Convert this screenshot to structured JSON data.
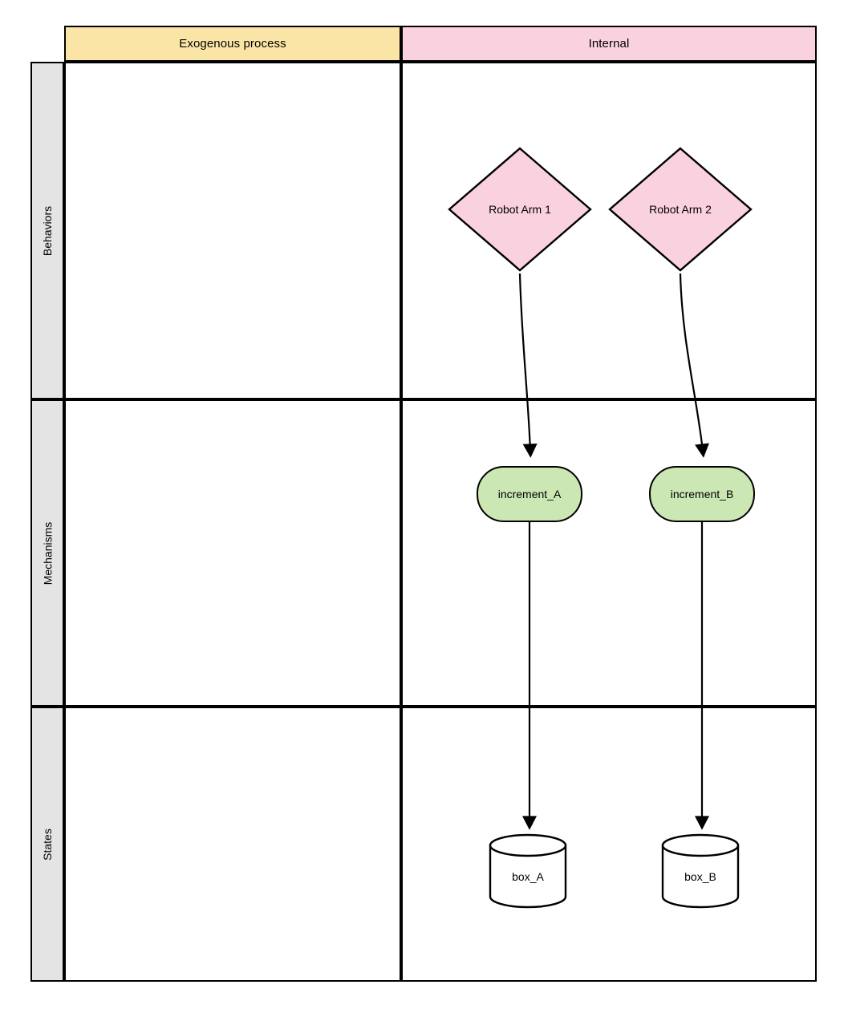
{
  "diagram": {
    "title": "Exogenous process / Internal swimlane diagram",
    "columns": [
      {
        "id": "exogenous",
        "label": "Exogenous process",
        "color": "#fbe5a6"
      },
      {
        "id": "internal",
        "label": "Internal",
        "color": "#fad1de"
      }
    ],
    "rows": [
      {
        "id": "behaviors",
        "label": "Behaviors",
        "color": "#e4e4e4"
      },
      {
        "id": "mechanisms",
        "label": "Mechanisms",
        "color": "#e4e4e4"
      },
      {
        "id": "states",
        "label": "States",
        "color": "#e4e4e4"
      }
    ],
    "nodes": [
      {
        "id": "robot_arm_1",
        "label": "Robot Arm 1",
        "shape": "diamond",
        "fill": "#fad1de",
        "stroke": "#000000",
        "row": "behaviors",
        "column": "internal"
      },
      {
        "id": "robot_arm_2",
        "label": "Robot Arm 2",
        "shape": "diamond",
        "fill": "#fad1de",
        "stroke": "#000000",
        "row": "behaviors",
        "column": "internal"
      },
      {
        "id": "increment_a",
        "label": "increment_A",
        "shape": "rounded-rectangle",
        "fill": "#cbe7b3",
        "stroke": "#000000",
        "row": "mechanisms",
        "column": "internal"
      },
      {
        "id": "increment_b",
        "label": "increment_B",
        "shape": "rounded-rectangle",
        "fill": "#cbe7b3",
        "stroke": "#000000",
        "row": "mechanisms",
        "column": "internal"
      },
      {
        "id": "box_a",
        "label": "box_A",
        "shape": "cylinder",
        "fill": "#ffffff",
        "stroke": "#000000",
        "row": "states",
        "column": "internal"
      },
      {
        "id": "box_b",
        "label": "box_B",
        "shape": "cylinder",
        "fill": "#ffffff",
        "stroke": "#000000",
        "row": "states",
        "column": "internal"
      }
    ],
    "edges": [
      {
        "id": "e1",
        "from": "robot_arm_1",
        "to": "increment_a",
        "style": "curved",
        "arrow": "filled-triangle"
      },
      {
        "id": "e2",
        "from": "robot_arm_2",
        "to": "increment_b",
        "style": "curved",
        "arrow": "filled-triangle"
      },
      {
        "id": "e3",
        "from": "increment_a",
        "to": "box_a",
        "style": "straight",
        "arrow": "filled-triangle"
      },
      {
        "id": "e4",
        "from": "increment_b",
        "to": "box_b",
        "style": "straight",
        "arrow": "filled-triangle"
      }
    ],
    "colors": {
      "behavior_fill": "#fad1de",
      "mechanism_fill": "#cbe7b3",
      "state_fill": "#ffffff",
      "exogenous_header": "#fbe5a6",
      "internal_header": "#fad1de",
      "row_label_band": "#e4e4e4",
      "stroke": "#000000",
      "background": "#ffffff"
    }
  }
}
